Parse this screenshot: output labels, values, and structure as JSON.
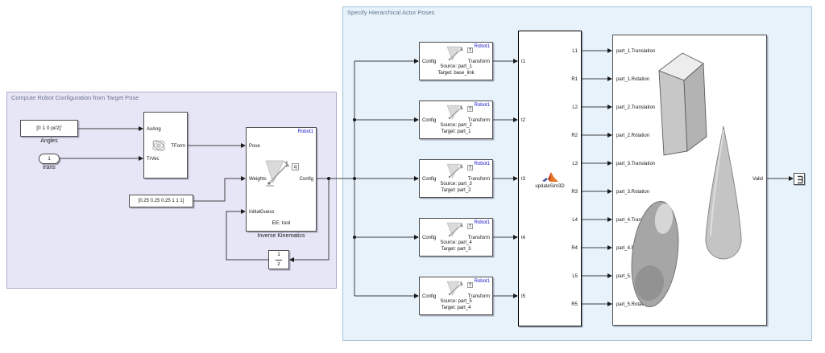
{
  "colors": {
    "robot_badge_blue": "#1414cc",
    "left_region_bg": "#e7e6f7",
    "right_region_bg": "#e7f2fb",
    "wire": "#3f3f3f"
  },
  "left": {
    "title": "Compute Robot Configuration from Target Pose",
    "angles": {
      "value": "[0 1 0 pi/2]'",
      "label": "Angles"
    },
    "trans": {
      "value": "1",
      "label": "trans"
    },
    "tform": {
      "in1": "AxAng",
      "in2": "TrVec",
      "out": "TForm"
    },
    "weights_const": {
      "value": "[0.25 0.25 0.25 1 1 1]"
    },
    "ik": {
      "badge": "Robot1",
      "in1": "Pose",
      "in2": "Weights",
      "in3": "InitialGuess",
      "out": "Config",
      "q_badge": "q",
      "ee": "EE: tool",
      "label": "Inverse Kinematics"
    },
    "delay": {
      "num": "1",
      "den": "z"
    }
  },
  "right": {
    "title": "Specify Hierarchical Actor Poses",
    "transforms": [
      {
        "badge": "Robot1",
        "t_badge": "T",
        "in": "Config",
        "out": "Transform",
        "source": "Source: part_1",
        "target": "Target: base_link"
      },
      {
        "badge": "Robot1",
        "t_badge": "T",
        "in": "Config",
        "out": "Transform",
        "source": "Source: part_2",
        "target": "Target: part_1"
      },
      {
        "badge": "Robot1",
        "t_badge": "T",
        "in": "Config",
        "out": "Transform",
        "source": "Source: part_3",
        "target": "Target: part_2"
      },
      {
        "badge": "Robot1",
        "t_badge": "T",
        "in": "Config",
        "out": "Transform",
        "source": "Source: part_4",
        "target": "Target: part_3"
      },
      {
        "badge": "Robot1",
        "t_badge": "T",
        "in": "Config",
        "out": "Transform",
        "source": "Source: part_5",
        "target": "Target: part_4"
      }
    ],
    "updatesim3d": {
      "label": "updateSim3D",
      "inputs": [
        "t1",
        "t2",
        "t3",
        "t4",
        "t5"
      ],
      "outputs": [
        "L1",
        "R1",
        "L2",
        "R2",
        "L3",
        "R3",
        "L4",
        "R4",
        "L5",
        "R5"
      ]
    },
    "viewer": {
      "inputs": [
        "part_1.Translation",
        "part_1.Rotation",
        "part_2.Translation",
        "part_2.Rotation",
        "part_3.Translation",
        "part_3.Rotation",
        "part_4.Translation",
        "part_4.Rotation",
        "part_5.Translation",
        "part_5.Rotation"
      ],
      "output": "Valid"
    }
  }
}
